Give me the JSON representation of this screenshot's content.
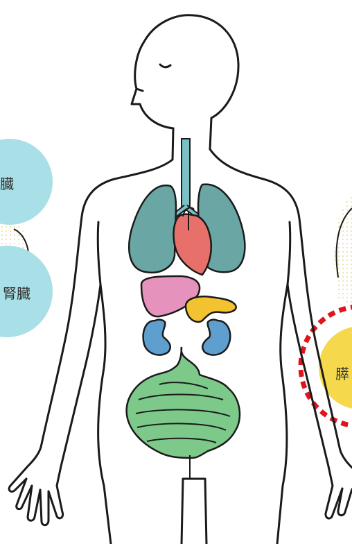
{
  "labels": {
    "left_top": "臓",
    "left_bottom": "腎臓",
    "right_circle": "膵"
  },
  "colors": {
    "outline": "#1a1a1a",
    "lungs": "#6aa6a4",
    "heart": "#e8706b",
    "liver": "#e592bd",
    "pancreas": "#f2c230",
    "kidneys": "#5f9fd0",
    "intestine": "#7cc98a",
    "trachea": "#7cc0c6",
    "circle_blue": "#a9dfe6",
    "circle_yellow": "#f6d84c",
    "highlight_dashes": "#e0141b",
    "dotted_pattern": "#f2e6b8"
  },
  "icons": {
    "body": "human-body-outline-icon",
    "lungs": "lungs-icon",
    "heart": "heart-icon",
    "liver": "liver-icon",
    "pancreas": "pancreas-icon",
    "kidneys": "kidneys-icon",
    "intestine": "intestine-icon"
  }
}
